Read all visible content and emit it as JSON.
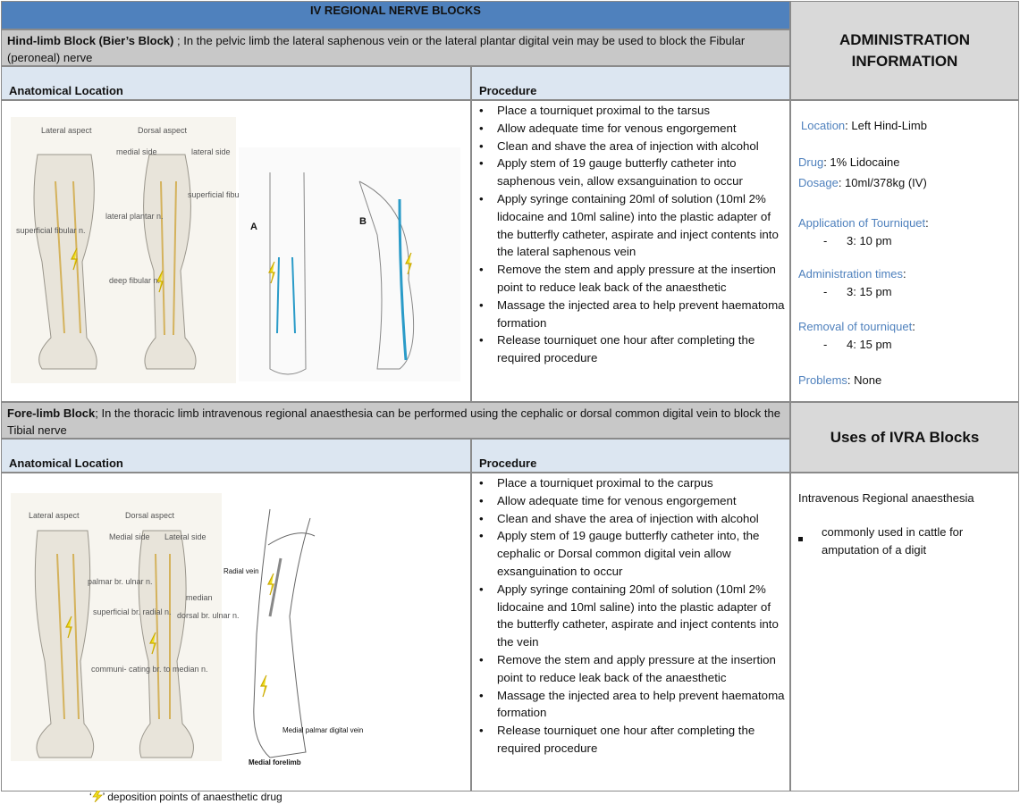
{
  "header": {
    "title": "IV REGIONAL NERVE BLOCKS"
  },
  "hind": {
    "title_bold": "Hind-limb Block (Bier’s Block)",
    "title_rest": " ; In the pelvic limb the lateral saphenous  vein or the lateral plantar digital vein may be used to block the Fibular (peroneal) nerve",
    "col_left": "Anatomical Location",
    "col_right": "Procedure",
    "steps": [
      "Place a tourniquet  proximal to the tarsus",
      "Allow  adequate  time for venous  engorgement",
      "Clean and shave the area of injection with alcohol",
      "Apply stem of 19 gauge butterfly catheter into saphenous vein, allow  exsanguination to occur",
      "Apply syringe containing  20ml of solution  (10ml 2% lidocaine and 10ml saline) into the plastic adapter of the butterfly catheter, aspirate and inject contents into the lateral saphenous vein",
      "Remove the stem and apply pressure at the insertion point to reduce leak back of the anaesthetic",
      "Massage the injected area to help prevent haematoma formation",
      "Release tourniquet  one hour after completing the required procedure"
    ],
    "illustration_labels": {
      "lateral": "Lateral aspect",
      "dorsal": "Dorsal aspect",
      "medial_side": "medial side",
      "lateral_side": "lateral side",
      "superficial_fibular": "superficial fibular n.",
      "lateral_plantar": "lateral plantar n.",
      "superficial_fibular2": "superficial fibular n.",
      "deep_fibular": "deep fibular n.",
      "A": "A",
      "B": "B"
    }
  },
  "admin": {
    "heading": "ADMINISTRATION INFORMATION",
    "location_label": "Location",
    "location_value": ": Left Hind-Limb",
    "drug_label": "Drug",
    "drug_value": ": 1% Lidocaine",
    "dosage_label": "Dosage",
    "dosage_value": ": 10ml/378kg  (IV)",
    "tourniquet_label": "Application of Tourniquet",
    "tourniquet_value": "3: 10 pm",
    "admin_label": "Administration times",
    "admin_value": "3: 15 pm",
    "removal_label": "Removal of tourniquet",
    "removal_value": "4: 15 pm",
    "problems_label": "Problems",
    "problems_value": ": None"
  },
  "fore": {
    "title_bold": "Fore-limb Block",
    "title_rest": "; In the thoracic limb intravenous  regional  anaesthesia  can be performed using the cephalic or dorsal common digital vein to block the Tibial nerve",
    "col_left": "Anatomical Location",
    "col_right": "Procedure",
    "steps": [
      "Place a tourniquet  proximal to the carpus",
      "Allow  adequate  time for venous  engorgement",
      "Clean and shave the area of injection with alcohol",
      "Apply stem of 19 gauge butterfly catheter into, the cephalic or Dorsal common digital vein allow  exsanguination to occur",
      "Apply syringe containing  20ml of solution  (10ml 2% lidocaine and 10ml saline) into the plastic adapter of the butterfly catheter, aspirate and inject contents into the vein",
      "Remove the stem and apply pressure at the insertion point to reduce leak back of the anaesthetic",
      "Massage the injected area to help prevent haematoma formation",
      "Release tourniquet  one hour after completing the required procedure"
    ],
    "illustration_labels": {
      "lateral": "Lateral aspect",
      "dorsal": "Dorsal aspect",
      "medial_side": "Medial side",
      "lateral_side": "Lateral side",
      "palmar_ulnar": "palmar br. ulnar n.",
      "superficial_radial": "superficial br. radial n.",
      "median": "median",
      "dorsal_ulnar": "dorsal br. ulnar n.",
      "communicating": "communi- cating br. to median n.",
      "radial_vein": "Radial vein",
      "medial_palmar": "Medial palmar digital vein",
      "medial_forelimb": "Medial forelimb"
    }
  },
  "uses": {
    "heading": "Uses of IVRA Blocks",
    "intro": "Intravenous Regional anaesthesia",
    "bullet": "commonly used in cattle for amputation of a digit"
  },
  "footnote": {
    "text": " deposition points of anaesthetic drug",
    "open_quote": "‘",
    "close_quote": "’"
  },
  "colors": {
    "header_blue": "#4f81bd",
    "label_blue": "#4f81bd",
    "lightning": "#f0e020"
  }
}
